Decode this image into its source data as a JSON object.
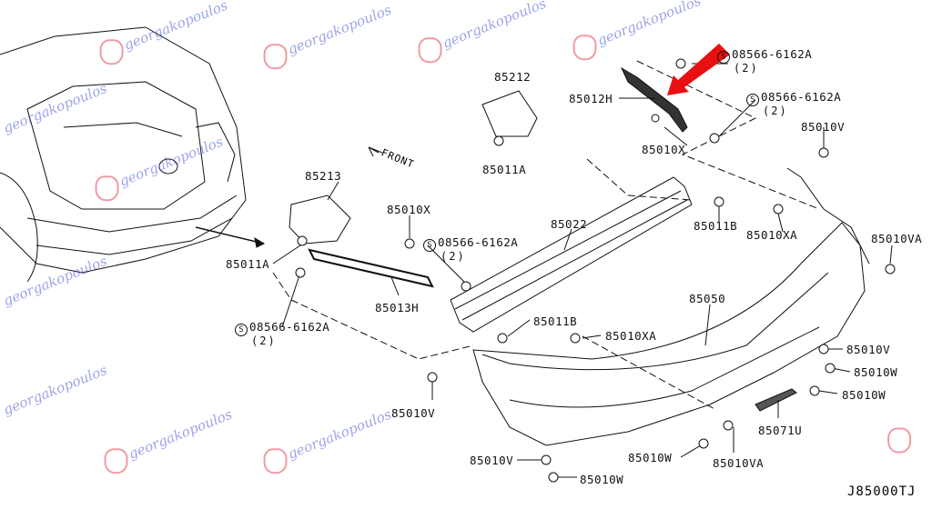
{
  "watermark": "georgakopoulos",
  "front_label": "FRONT",
  "diagram_code": "J85000TJ",
  "screw_symbol": "S",
  "labels": {
    "p85212": "85212",
    "p85012H": "85012H",
    "bolt_a1": "08566-6162A",
    "qty_a1": "(2)",
    "bolt_a2": "08566-6162A",
    "qty_a2": "(2)",
    "p85010V_1": "85010V",
    "p85010X_1": "85010X",
    "p85011A_1": "85011A",
    "p85213": "85213",
    "p85010X_2": "85010X",
    "p85022": "85022",
    "p85011B_1": "85011B",
    "p85010XA_1": "85010XA",
    "p85010VA_1": "85010VA",
    "bolt_a3": "08566-6162A",
    "qty_a3": "(2)",
    "p85011A_2": "85011A",
    "p85013H": "85013H",
    "p85050": "85050",
    "bolt_a4": "08566-6162A",
    "qty_a4": "(2)",
    "p85011B_2": "85011B",
    "p85010XA_2": "85010XA",
    "p85010V_2": "85010V",
    "p85010W_1": "85010W",
    "p85010W_2": "85010W",
    "p85010V_3": "85010V",
    "p85071U": "85071U",
    "p85010V_4": "85010V",
    "p85010W_3": "85010W",
    "p85010VA_2": "85010VA",
    "p85010W_4": "85010W"
  },
  "colors": {
    "line": "#111111",
    "highlight_arrow": "#e81010",
    "watermark": "#4a5ad8",
    "logo": "#e24a5a"
  }
}
